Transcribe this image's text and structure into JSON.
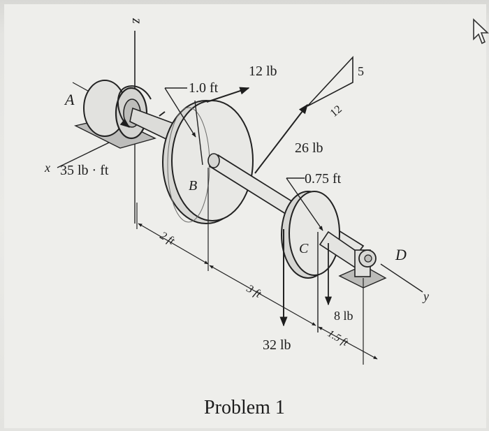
{
  "labels": {
    "axis_z": "z",
    "axis_x": "x",
    "axis_y": "y",
    "point_a": "A",
    "point_b": "B",
    "point_c": "C",
    "point_d": "D",
    "radius_b": "1.0 ft",
    "force_12": "12 lb",
    "moment_35": "35 lb · ft",
    "force_26": "26 lb",
    "slope_5": "5",
    "slope_12": "12",
    "radius_c": "0.75 ft",
    "dim_2ft": "2 ft",
    "dim_3ft": "3 ft",
    "dim_15ft": "1.5 ft",
    "force_8": "8 lb",
    "force_32": "32 lb"
  },
  "caption": "Problem 1"
}
